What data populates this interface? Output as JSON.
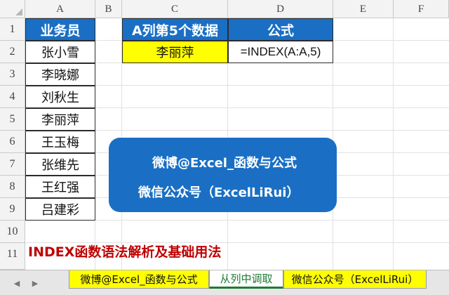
{
  "columns": [
    "A",
    "B",
    "C",
    "D",
    "E",
    "F"
  ],
  "rows": [
    "1",
    "2",
    "3",
    "4",
    "5",
    "6",
    "7",
    "8",
    "9",
    "10",
    "11"
  ],
  "colA": {
    "header": "业务员",
    "names": [
      "张小雪",
      "李晓娜",
      "刘秋生",
      "李丽萍",
      "王玉梅",
      "张维先",
      "王红强",
      "吕建彩"
    ]
  },
  "table": {
    "header_c": "A列第5个数据",
    "header_d": "公式",
    "result": "李丽萍",
    "formula": "=INDEX(A:A,5)"
  },
  "banner": {
    "line1": "微博@Excel_函数与公式",
    "line2": "微信公众号（ExcelLiRui）"
  },
  "title": "INDEX函数语法解析及基础用法",
  "tabs": [
    {
      "label": "微博@Excel_函数与公式"
    },
    {
      "label": "从列中调取"
    },
    {
      "label": "微信公众号（ExcelLiRui）"
    }
  ],
  "colors": {
    "header_blue": "#1a6fc4",
    "highlight_yellow": "#ffff00",
    "title_red": "#c00000",
    "active_tab_green": "#1e7b34"
  }
}
